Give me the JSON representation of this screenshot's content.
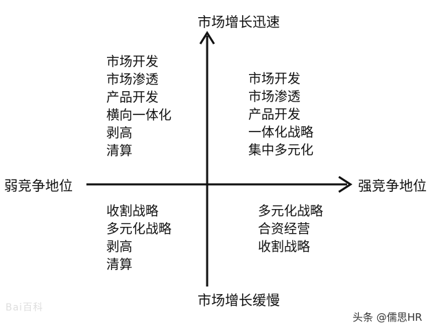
{
  "axes": {
    "top": "市场增长迅速",
    "bottom": "市场增长缓慢",
    "left": "弱竞争地位",
    "right": "强竞争地位"
  },
  "quadrants": {
    "top_left": [
      "市场开发",
      "市场渗透",
      "产品开发",
      "横向一体化",
      "剥高",
      "清算"
    ],
    "top_right": [
      "市场开发",
      "市场渗透",
      "产品开发",
      "一体化战略",
      "集中多元化"
    ],
    "bottom_left": [
      "收割战略",
      "多元化战略",
      "剥高",
      "清算"
    ],
    "bottom_right": [
      "多元化战略",
      "合资经营",
      "收割战略"
    ]
  },
  "watermarks": {
    "source": "Bai百科",
    "credit": "头条 @儒思HR"
  },
  "colors": {
    "ink": "#111111",
    "background": "#ffffff"
  }
}
